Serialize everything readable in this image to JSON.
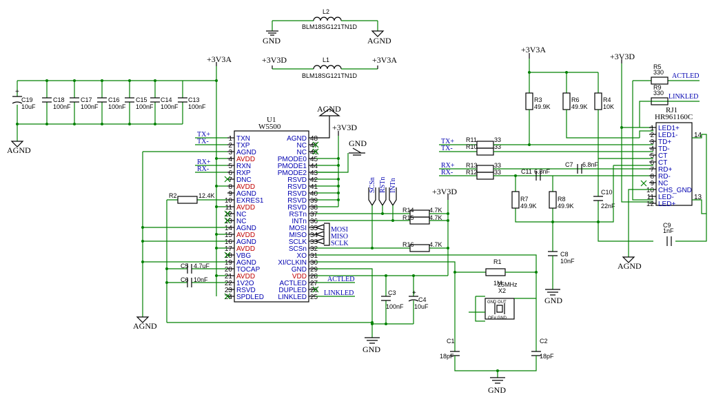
{
  "power": {
    "v3a": "+3V3A",
    "v3d": "+3V3D",
    "agnd": "AGND",
    "gnd": "GND"
  },
  "ferrites": {
    "l2_ref": "L2",
    "l2_part": "BLM18SG121TN1D",
    "l1_ref": "L1",
    "l1_part": "BLM18SG121TN1D"
  },
  "decoupling": [
    {
      "ref": "C19",
      "value": "10uF"
    },
    {
      "ref": "C18",
      "value": "100nF"
    },
    {
      "ref": "C17",
      "value": "100nF"
    },
    {
      "ref": "C16",
      "value": "100nF"
    },
    {
      "ref": "C15",
      "value": "100nF"
    },
    {
      "ref": "C14",
      "value": "100nF"
    },
    {
      "ref": "C13",
      "value": "100nF"
    }
  ],
  "u1": {
    "ref": "U1",
    "part": "W5500",
    "left_pins": [
      {
        "num": "1",
        "name": "TXN"
      },
      {
        "num": "2",
        "name": "TXP"
      },
      {
        "num": "3",
        "name": "AGND"
      },
      {
        "num": "4",
        "name": "AVDD"
      },
      {
        "num": "5",
        "name": "RXN"
      },
      {
        "num": "6",
        "name": "RXP"
      },
      {
        "num": "7",
        "name": "DNC"
      },
      {
        "num": "8",
        "name": "AVDD"
      },
      {
        "num": "9",
        "name": "AGND"
      },
      {
        "num": "10",
        "name": "EXRES1"
      },
      {
        "num": "11",
        "name": "AVDD"
      },
      {
        "num": "12",
        "name": "NC"
      },
      {
        "num": "13",
        "name": "NC"
      },
      {
        "num": "14",
        "name": "AGND"
      },
      {
        "num": "15",
        "name": "AVDD"
      },
      {
        "num": "16",
        "name": "AGND"
      },
      {
        "num": "17",
        "name": "AVDD"
      },
      {
        "num": "18",
        "name": "VBG"
      },
      {
        "num": "19",
        "name": "AGND"
      },
      {
        "num": "20",
        "name": "TOCAP"
      },
      {
        "num": "21",
        "name": "AVDD"
      },
      {
        "num": "22",
        "name": "1V2O"
      },
      {
        "num": "23",
        "name": "RSVD"
      },
      {
        "num": "24",
        "name": "SPDLED"
      }
    ],
    "right_pins": [
      {
        "num": "48",
        "name": "AGND"
      },
      {
        "num": "47",
        "name": "NC"
      },
      {
        "num": "46",
        "name": "NC"
      },
      {
        "num": "45",
        "name": "PMODE0"
      },
      {
        "num": "44",
        "name": "PMODE1"
      },
      {
        "num": "43",
        "name": "PMODE2"
      },
      {
        "num": "42",
        "name": "RSVD"
      },
      {
        "num": "41",
        "name": "RSVD"
      },
      {
        "num": "40",
        "name": "RSVD"
      },
      {
        "num": "39",
        "name": "RSVD"
      },
      {
        "num": "38",
        "name": "RSVD"
      },
      {
        "num": "37",
        "name": "RSTn"
      },
      {
        "num": "36",
        "name": "INTn"
      },
      {
        "num": "35",
        "name": "MOSI"
      },
      {
        "num": "34",
        "name": "MISO"
      },
      {
        "num": "33",
        "name": "SCLK"
      },
      {
        "num": "32",
        "name": "SCSn"
      },
      {
        "num": "31",
        "name": "XO"
      },
      {
        "num": "30",
        "name": "XI/CLKIN"
      },
      {
        "num": "29",
        "name": "GND"
      },
      {
        "num": "28",
        "name": "VDD"
      },
      {
        "num": "27",
        "name": "ACTLED"
      },
      {
        "num": "26",
        "name": "DUPLED"
      },
      {
        "num": "25",
        "name": "LINKLED"
      }
    ]
  },
  "nets": {
    "txp": "TX+",
    "txn": "TX-",
    "rxp": "RX+",
    "rxn": "RX-",
    "mosi": "MOSI",
    "miso": "MISO",
    "sclk": "SCLK",
    "scsn": "SCSn",
    "rstn": "RSTn",
    "intn": "INTn",
    "actled": "ACTLED",
    "linkled": "LINKLED"
  },
  "parts": {
    "r2": {
      "ref": "R2",
      "value": "12.4K"
    },
    "c5": {
      "ref": "C5",
      "value": "4.7uF"
    },
    "c6": {
      "ref": "C6",
      "value": "10nF"
    },
    "r14": {
      "ref": "R14",
      "value": "4.7K"
    },
    "r15": {
      "ref": "R15",
      "value": "4.7K"
    },
    "r16": {
      "ref": "R16",
      "value": "4.7K"
    },
    "c3": {
      "ref": "C3",
      "value": "100nF"
    },
    "c4": {
      "ref": "C4",
      "value": "10uF"
    },
    "r1": {
      "ref": "R1",
      "value": "1M"
    },
    "x2": {
      "ref": "X2",
      "value": "25MHz",
      "pins": "GND OUT",
      "pins2": "OE# GND"
    },
    "c1": {
      "ref": "C1",
      "value": "18pF"
    },
    "c2": {
      "ref": "C2",
      "value": "18pF"
    },
    "r11": {
      "ref": "R11",
      "value": "33"
    },
    "r10": {
      "ref": "R10",
      "value": "33"
    },
    "r13": {
      "ref": "R13",
      "value": "33"
    },
    "r12": {
      "ref": "R12",
      "value": "33"
    },
    "r3": {
      "ref": "R3",
      "value": "49.9K"
    },
    "r6": {
      "ref": "R6",
      "value": "49.9K"
    },
    "r4": {
      "ref": "R4",
      "value": "10K"
    },
    "r7": {
      "ref": "R7",
      "value": "49.9K"
    },
    "r8": {
      "ref": "R8",
      "value": "49.9K"
    },
    "c11": {
      "ref": "C11",
      "value": "6.8nF"
    },
    "c7": {
      "ref": "C7",
      "value": "6.8nF"
    },
    "c10": {
      "ref": "C10",
      "value": "22nF"
    },
    "c8": {
      "ref": "C8",
      "value": "10nF"
    },
    "c9": {
      "ref": "C9",
      "value": "1nF"
    },
    "r5": {
      "ref": "R5",
      "value": "330"
    },
    "r9": {
      "ref": "R9",
      "value": "330"
    }
  },
  "rj1": {
    "ref": "RJ1",
    "part": "HR961160C",
    "pins": [
      {
        "num": "1",
        "name": "LED1+"
      },
      {
        "num": "2",
        "name": "LED1-"
      },
      {
        "num": "3",
        "name": "TD+"
      },
      {
        "num": "4",
        "name": "TD-"
      },
      {
        "num": "5",
        "name": "CT"
      },
      {
        "num": "6",
        "name": "CT"
      },
      {
        "num": "7",
        "name": "RD+"
      },
      {
        "num": "8",
        "name": "RD-"
      },
      {
        "num": "9",
        "name": "NC"
      },
      {
        "num": "10",
        "name": "CHS_GND"
      },
      {
        "num": "11",
        "name": "LED-"
      },
      {
        "num": "12",
        "name": "LED+"
      }
    ],
    "shield_a": "14",
    "shield_b": "13"
  }
}
